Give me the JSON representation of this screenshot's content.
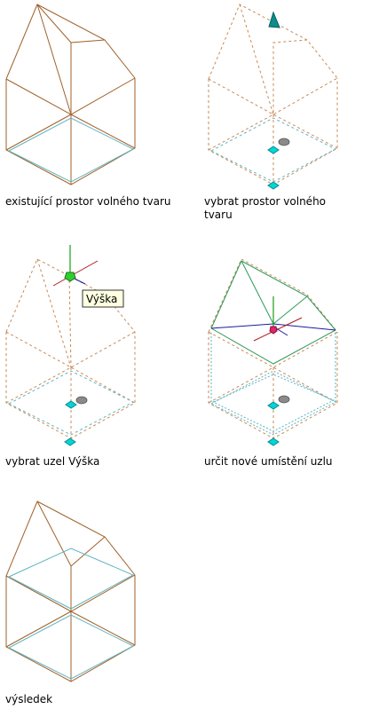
{
  "captions": {
    "step1": "existující prostor volného tvaru",
    "step2": "vybrat prostor volného tvaru",
    "step3": "vybrat uzel Výška",
    "step4": "určit nové umístění uzlu",
    "step5": "výsledek"
  },
  "tooltip": {
    "label": "Výška"
  },
  "colors": {
    "edge": "#a0622a",
    "base_cyan": "#5fb3c0",
    "grip": "#00d6d6",
    "grip_border": "#0b8a8a",
    "green": "#22aa22",
    "axis_red": "#b01818",
    "axis_green": "#199c19",
    "axis_blue": "#1a1aa0",
    "preview_green": "#2f9a5a",
    "tooltip_bg": "#ffffe1"
  },
  "icons": [
    "cone-grip-icon",
    "grip-icon",
    "shadow-icon",
    "gizmo-icon"
  ]
}
